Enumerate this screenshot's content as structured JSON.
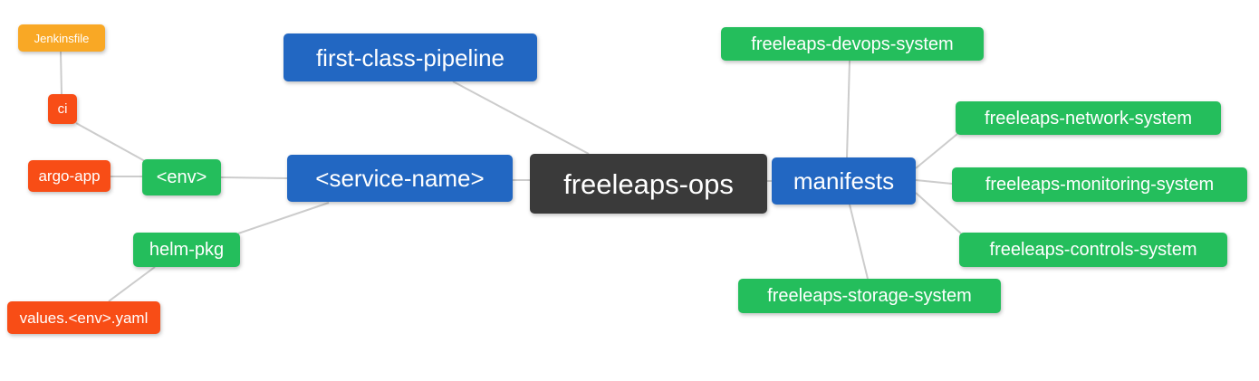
{
  "palette": {
    "blue": "#2267C2",
    "green": "#24BE5C",
    "red": "#F84D16",
    "orange": "#F9A825",
    "dark": "#3A3A3A",
    "edge": "#CCCCCC",
    "text": "#FFFFFF",
    "background": "#FFFFFF"
  },
  "diagram_type": "mindmap",
  "root_label": "freeleaps-ops",
  "nodes": {
    "jenkinsfile": "Jenkinsfile",
    "ci": "ci",
    "argo_app": "argo-app",
    "env": "<env>",
    "helm_pkg": "helm-pkg",
    "values_env_yaml": "values.<env>.yaml",
    "first_class_pipeline": "first-class-pipeline",
    "service_name": "<service-name>",
    "freeleaps_ops": "freeleaps-ops",
    "manifests": "manifests",
    "devops_system": "freeleaps-devops-system",
    "network_system": "freeleaps-network-system",
    "monitoring_system": "freeleaps-monitoring-system",
    "controls_system": "freeleaps-controls-system",
    "storage_system": "freeleaps-storage-system"
  },
  "edges": [
    {
      "from": "jenkinsfile",
      "to": "ci"
    },
    {
      "from": "ci",
      "to": "env"
    },
    {
      "from": "argo_app",
      "to": "env"
    },
    {
      "from": "env",
      "to": "service_name"
    },
    {
      "from": "helm_pkg",
      "to": "service_name"
    },
    {
      "from": "values_env_yaml",
      "to": "helm_pkg"
    },
    {
      "from": "first_class_pipeline",
      "to": "freeleaps_ops"
    },
    {
      "from": "service_name",
      "to": "freeleaps_ops"
    },
    {
      "from": "freeleaps_ops",
      "to": "manifests"
    },
    {
      "from": "manifests",
      "to": "devops_system"
    },
    {
      "from": "manifests",
      "to": "network_system"
    },
    {
      "from": "manifests",
      "to": "monitoring_system"
    },
    {
      "from": "manifests",
      "to": "controls_system"
    },
    {
      "from": "manifests",
      "to": "storage_system"
    }
  ]
}
